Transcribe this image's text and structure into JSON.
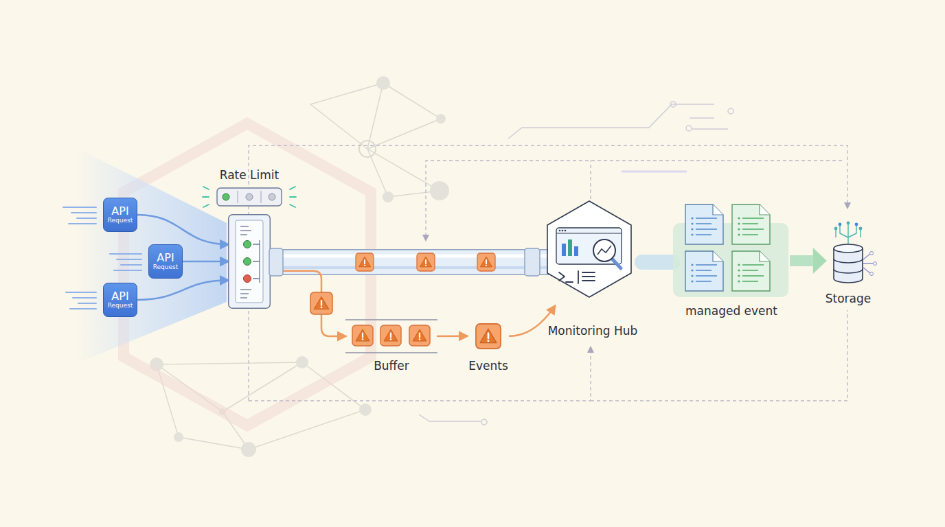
{
  "diagram": {
    "nodes": [
      {
        "text": [
          "API",
          "Request"
        ]
      },
      {
        "text": [
          "API",
          "Request"
        ]
      },
      {
        "text": [
          "API",
          "Request"
        ]
      },
      {
        "text": [
          "Rate Limit"
        ]
      },
      {
        "text": [
          "Buffer"
        ]
      },
      {
        "text": [
          "Events"
        ]
      },
      {
        "text": [
          "Monitoring Hub"
        ]
      },
      {
        "text": [
          "managed event"
        ]
      },
      {
        "text": [
          "Storage"
        ]
      }
    ],
    "edges": [
      {
        "from": 0,
        "to": 3,
        "arrow": "to"
      },
      {
        "from": 1,
        "to": 3,
        "arrow": "to"
      },
      {
        "from": 2,
        "to": 3,
        "arrow": "to"
      },
      {
        "from": 3,
        "to": 6,
        "arrow": "none"
      },
      {
        "from": 3,
        "to": 4,
        "arrow": "to"
      },
      {
        "from": 4,
        "to": 5,
        "arrow": "to"
      },
      {
        "from": 5,
        "to": 6,
        "arrow": "to"
      },
      {
        "from": 6,
        "to": 7,
        "arrow": "none"
      },
      {
        "from": 7,
        "to": 8,
        "arrow": "to"
      }
    ]
  }
}
